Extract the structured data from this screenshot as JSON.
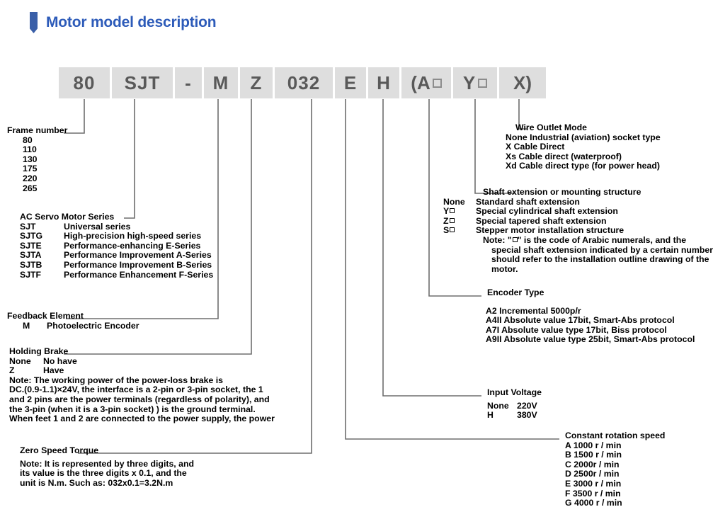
{
  "header": {
    "title": "Motor model description",
    "accent": "#2d5bb9",
    "mark_color": "#3a5fa8"
  },
  "model_code": {
    "box_bg": "#dedede",
    "box_text_color": "#595959",
    "segments": [
      {
        "id": "frame-number",
        "text": "80",
        "width": 72
      },
      {
        "id": "series",
        "text": "SJT",
        "width": 86
      },
      {
        "id": "dash",
        "text": "-",
        "width": 38
      },
      {
        "id": "feedback",
        "text": "M",
        "width": 48
      },
      {
        "id": "holding-brake",
        "text": "Z",
        "width": 46
      },
      {
        "id": "zero-torque",
        "text": "032",
        "width": 82
      },
      {
        "id": "speed",
        "text": "E",
        "width": 44
      },
      {
        "id": "voltage",
        "text": "H",
        "width": 44
      },
      {
        "id": "encoder",
        "text": "(A",
        "square": true,
        "width": 70
      },
      {
        "id": "shaft",
        "text": "Y",
        "square": true,
        "width": 62
      },
      {
        "id": "wire-outlet",
        "text": "X)",
        "width": 66
      }
    ]
  },
  "blocks": {
    "frame_number": {
      "title": "Frame number",
      "items": [
        {
          "code": "80",
          "desc": ""
        },
        {
          "code": "110",
          "desc": ""
        },
        {
          "code": "130",
          "desc": ""
        },
        {
          "code": "175",
          "desc": ""
        },
        {
          "code": "220",
          "desc": ""
        },
        {
          "code": "265",
          "desc": ""
        }
      ]
    },
    "series": {
      "title": "AC Servo Motor Series",
      "items": [
        {
          "code": "SJT",
          "desc": "Universal series"
        },
        {
          "code": "SJTG",
          "desc": "High-precision high-speed series"
        },
        {
          "code": "SJTE",
          "desc": "Performance-enhancing E-Series"
        },
        {
          "code": "SJTA",
          "desc": "Performance Improvement A-Series"
        },
        {
          "code": "SJTB",
          "desc": "Performance Improvement B-Series"
        },
        {
          "code": "SJTF",
          "desc": "Performance Enhancement F-Series"
        }
      ]
    },
    "feedback_element": {
      "title": "Feedback Element",
      "items": [
        {
          "code": "M",
          "desc": "Photoelectric Encoder"
        }
      ]
    },
    "holding_brake": {
      "title": "Holding Brake",
      "items": [
        {
          "code": "None",
          "desc": "No have"
        },
        {
          "code": "Z",
          "desc": "Have"
        }
      ],
      "note_lines": [
        "Note: The working power of the power-loss brake is",
        "DC.(0.9-1.1)×24V, the interface is a 2-pin or 3-pin socket, the 1",
        "and 2 pins are the power terminals (regardless of polarity), and",
        "the 3-pin (when it is a 3-pin socket) ) is the ground terminal.",
        "When feet 1 and 2 are connected to the power supply, the power"
      ]
    },
    "zero_speed_torque": {
      "title": "Zero Speed Torque",
      "note_lines": [
        "Note: It is represented by three digits, and",
        "its value is the three digits x 0.1, and the",
        "unit is N.m. Such as: 032x0.1=3.2N.m"
      ]
    },
    "wire_outlet_mode": {
      "title": "Wire Outlet Mode",
      "lines": [
        "None Industrial (aviation) socket type",
        "X  Cable Direct",
        "Xs Cable direct (waterproof)",
        "Xd Cable direct type (for power head)"
      ]
    },
    "shaft_extension": {
      "title": "Shaft extension or mounting structure",
      "items": [
        {
          "code": "None",
          "square": false,
          "desc": "Standard shaft extension"
        },
        {
          "code": "Y",
          "square": true,
          "desc": "Special cylindrical shaft extension"
        },
        {
          "code": "Z",
          "square": true,
          "desc": "Special tapered shaft extension"
        },
        {
          "code": "S",
          "square": true,
          "desc": "Stepper motor installation structure"
        }
      ],
      "note_lines": [
        "Note: \"□\" is the code of Arabic numerals, and the",
        "special shaft extension indicated by a certain number",
        "should refer to the installation outline drawing of the",
        "motor."
      ]
    },
    "encoder_type": {
      "title": "Encoder Type",
      "lines": [
        "A2   Incremental 5000p/r",
        "A4II Absolute value 17bit, Smart-Abs protocol",
        "A7I  Absolute value type 17bit, Biss protocol",
        "A9II Absolute value type 25bit, Smart-Abs protocol"
      ]
    },
    "input_voltage": {
      "title": "Input Voltage",
      "items": [
        {
          "code": "None",
          "desc": "220V"
        },
        {
          "code": "H",
          "desc": "380V"
        }
      ]
    },
    "constant_rotation_speed": {
      "title": "Constant rotation speed",
      "lines": [
        "A 1000 r / min",
        "B 1500 r / min",
        "C 2000r / min",
        "D 2500r / min",
        "E 3000 r / min",
        "F 3500 r / min",
        "G 4000 r / min"
      ]
    }
  }
}
